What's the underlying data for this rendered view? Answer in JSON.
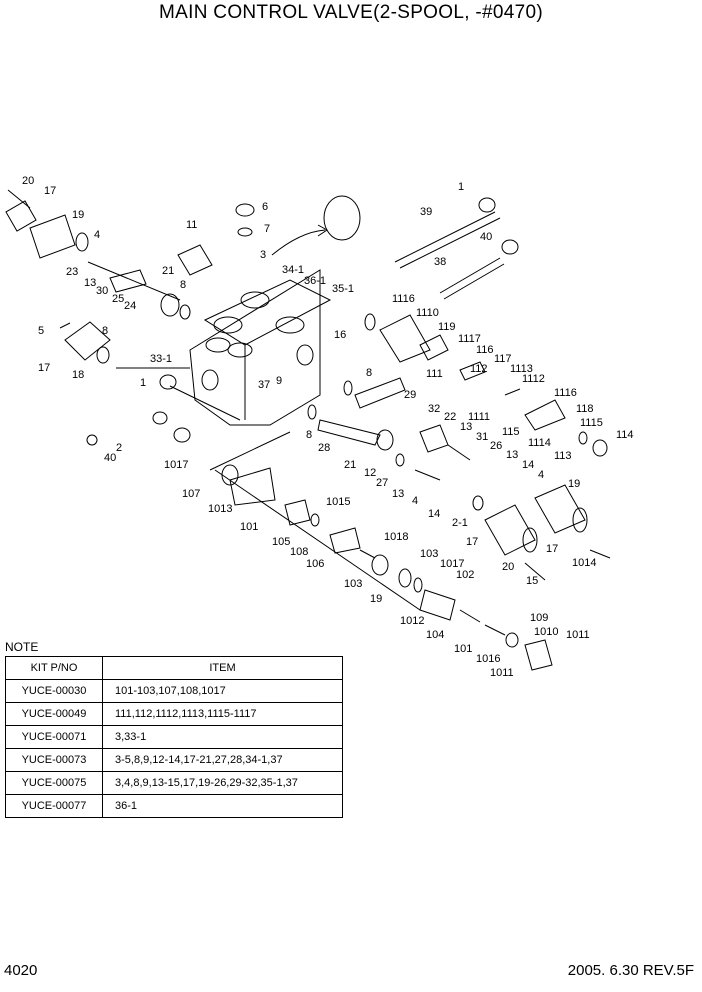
{
  "title": "MAIN CONTROL VALVE(2-SPOOL, -#0470)",
  "note": {
    "label": "NOTE",
    "headers": {
      "kit_pno": "KIT P/NO",
      "item": "ITEM"
    },
    "rows": [
      {
        "kit": "YUCE-00030",
        "items": "101-103,107,108,1017"
      },
      {
        "kit": "YUCE-00049",
        "items": "111,112,1112,1113,1115-1117"
      },
      {
        "kit": "YUCE-00071",
        "items": "3,33-1"
      },
      {
        "kit": "YUCE-00073",
        "items": "3-5,8,9,12-14,17-21,27,28,34-1,37"
      },
      {
        "kit": "YUCE-00075",
        "items": "3,4,8,9,13-15,17,19-26,29-32,35-1,37"
      },
      {
        "kit": "YUCE-00077",
        "items": "36-1"
      }
    ]
  },
  "diagram": {
    "callouts": [
      "20",
      "17",
      "19",
      "4",
      "23",
      "13",
      "30",
      "25",
      "24",
      "21",
      "8",
      "11",
      "6",
      "7",
      "3",
      "34-1",
      "36-1",
      "35-1",
      "1",
      "39",
      "40",
      "38",
      "5",
      "8",
      "17",
      "18",
      "33-1",
      "1",
      "37",
      "9",
      "16",
      "1116",
      "1110",
      "119",
      "1117",
      "116",
      "117",
      "111",
      "112",
      "1113",
      "1112",
      "1116",
      "8",
      "29",
      "32",
      "22",
      "1111",
      "118",
      "1115",
      "115",
      "1114",
      "113",
      "114",
      "8",
      "28",
      "21",
      "13",
      "31",
      "26",
      "13",
      "12",
      "27",
      "13",
      "4",
      "14",
      "4",
      "14",
      "2-1",
      "2",
      "40",
      "1017",
      "107",
      "1015",
      "1013",
      "101",
      "105",
      "108",
      "1018",
      "106",
      "103",
      "103",
      "1017",
      "102",
      "19",
      "19",
      "17",
      "17",
      "20",
      "15",
      "1014",
      "1012",
      "104",
      "101",
      "1016",
      "109",
      "1010",
      "1011"
    ]
  },
  "footer": {
    "page": "4020",
    "date_rev": "2005. 6.30  REV.5F"
  }
}
